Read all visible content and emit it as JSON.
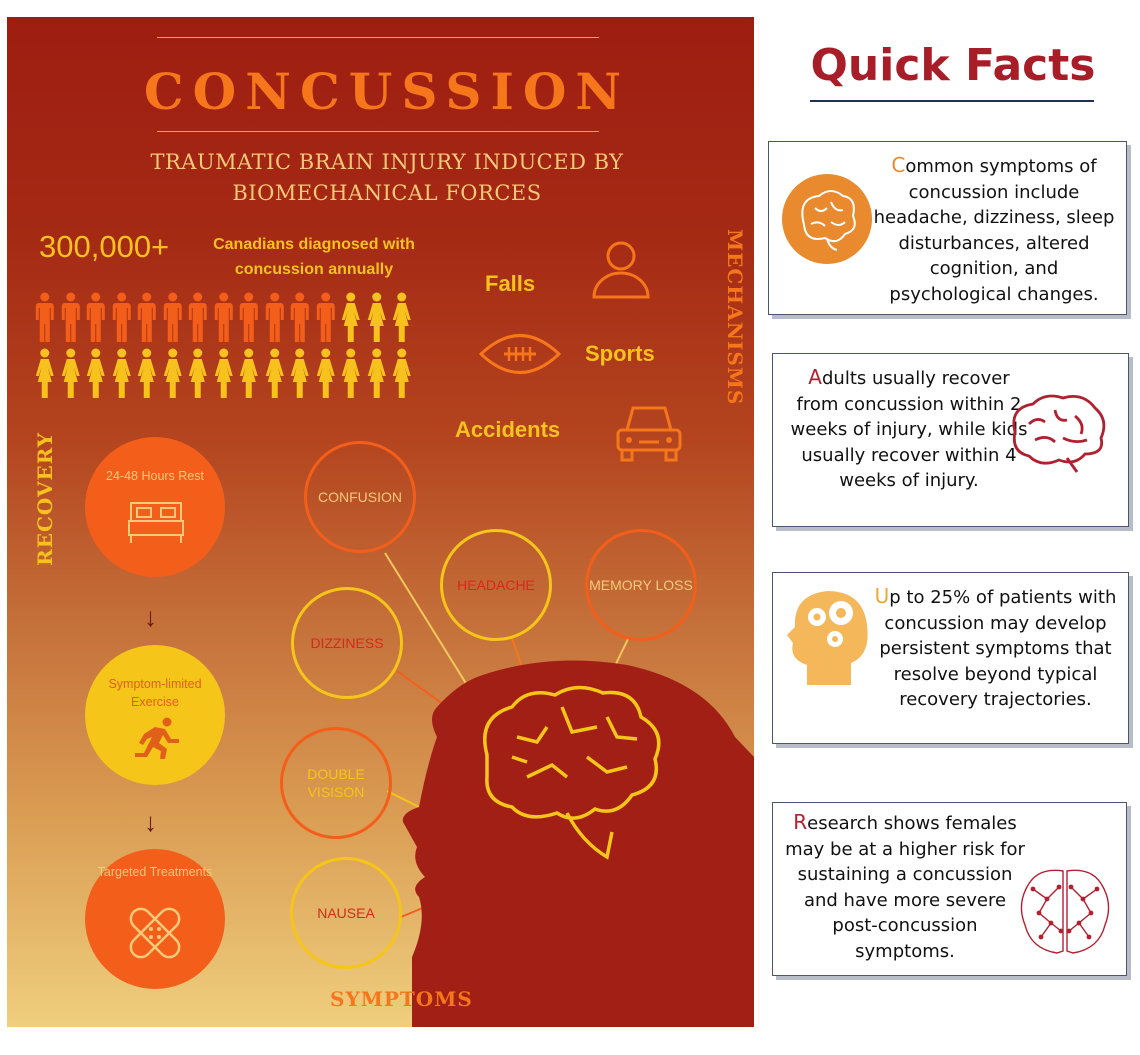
{
  "poster": {
    "title": "CONCUSSION",
    "subtitle": "TRAUMATIC BRAIN INJURY INDUCED BY BIOMECHANICAL FORCES",
    "stat": {
      "number": "300,000+",
      "text": "Canadians diagnosed with concussion annually"
    },
    "mechanisms": {
      "heading": "MECHANISMS",
      "items": [
        {
          "label": "Falls",
          "icon": "person-icon"
        },
        {
          "label": "Sports",
          "icon": "football-icon"
        },
        {
          "label": "Accidents",
          "icon": "car-icon"
        }
      ]
    },
    "recovery": {
      "heading": "RECOVERY",
      "steps": [
        {
          "label": "24-48 Hours Rest",
          "icon": "bed-icon",
          "color": "#f35f1b"
        },
        {
          "label": "Symptom-limited Exercise",
          "icon": "runner-icon",
          "color": "#f6c519"
        },
        {
          "label": "Targeted Treatments",
          "icon": "bandage-icon",
          "color": "#f35f1b"
        }
      ]
    },
    "symptoms": {
      "heading": "SYMPTOMS",
      "items": [
        "CONFUSION",
        "HEADACHE",
        "MEMORY LOSS",
        "DIZZINESS",
        "DOUBLE VISISON",
        "NAUSEA"
      ]
    },
    "colors": {
      "orange": "#f5761b",
      "yellow": "#f7c21d",
      "dark_red": "#8a1a10"
    }
  },
  "quick_facts": {
    "title": "Quick Facts",
    "cards": [
      {
        "first": "C",
        "text": "ommon symptoms of concussion include headache, dizziness, sleep disturbances, altered cognition, and psychological changes.",
        "accent": "#e88a2d",
        "icon": "brain-circle-icon"
      },
      {
        "first": "A",
        "text": "dults usually recover from concussion within 2 weeks of injury, while kids usually recover within 4 weeks of injury.",
        "accent": "#b22030",
        "icon": "brain-outline-icon"
      },
      {
        "first": "U",
        "text": "p to 25% of patients with concussion may develop persistent symptoms that resolve beyond typical recovery trajectories.",
        "accent": "#f0a830",
        "icon": "head-gears-icon"
      },
      {
        "first": "R",
        "text": "esearch shows females may be at a higher risk for sustaining a concussion and have more severe post-concussion symptoms.",
        "accent": "#b22030",
        "icon": "brain-network-icon"
      }
    ]
  }
}
